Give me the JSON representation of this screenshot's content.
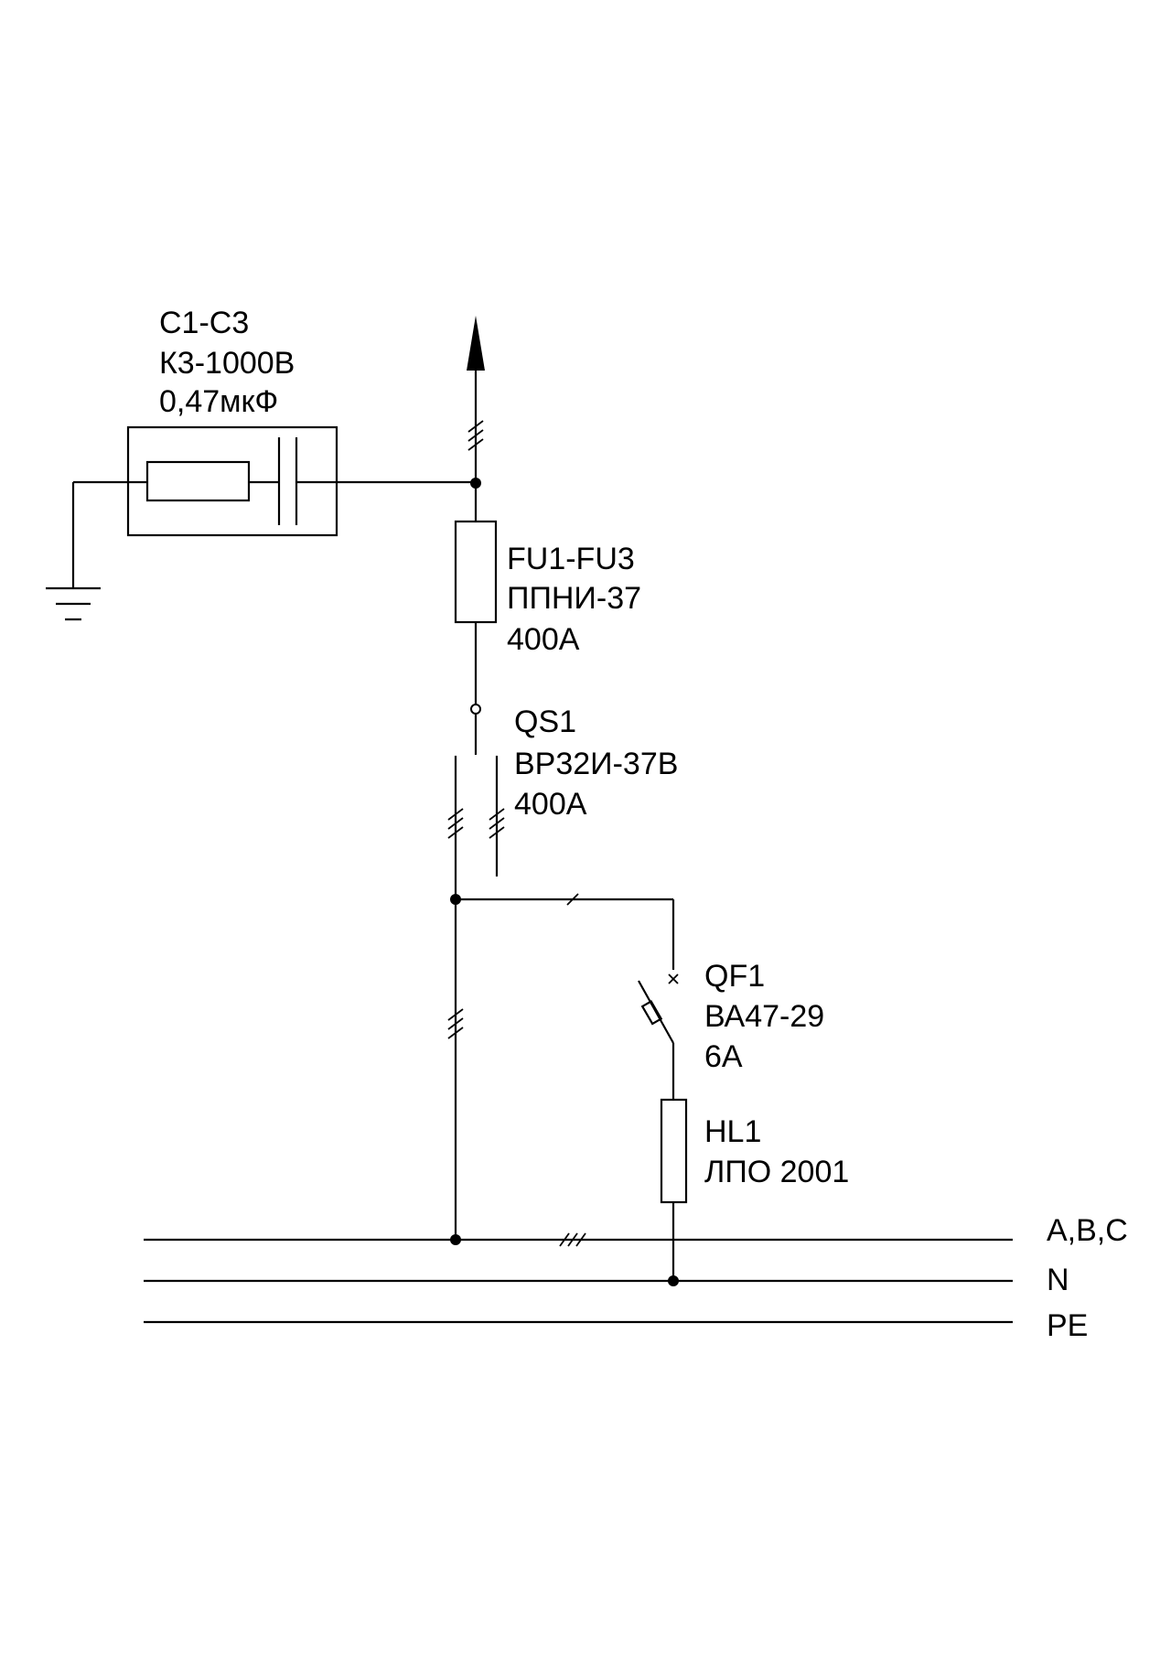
{
  "capacitor": {
    "designation": "С1-С3",
    "type": "К3-1000В",
    "rating": "0,47мкФ"
  },
  "fuse": {
    "designation": "FU1-FU3",
    "type": "ППНИ-37",
    "rating": "400А"
  },
  "switch": {
    "designation": "QS1",
    "type": "ВР32И-37В",
    "rating": "400А"
  },
  "breaker": {
    "designation": "QF1",
    "type": "ВА47-29",
    "rating": "6А"
  },
  "lamp": {
    "designation": "HL1",
    "type": "ЛПО 2001"
  },
  "buses": {
    "phases": "A,B,C",
    "neutral": "N",
    "protective": "PE"
  }
}
